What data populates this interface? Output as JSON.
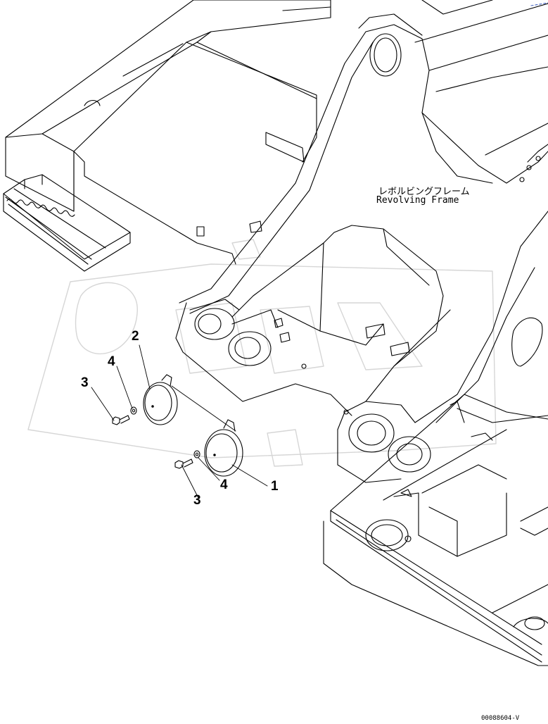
{
  "frame_label": {
    "japanese": "レボルビングフレーム",
    "english": "Revolving Frame"
  },
  "callouts": {
    "c1": "1",
    "c2": "2",
    "c3a": "3",
    "c3b": "3",
    "c4a": "4",
    "c4b": "4"
  },
  "drawing_number": "00088604-V",
  "watermark": "OREX",
  "colors": {
    "line": "#000000",
    "watermark": "#d9d9d9",
    "background": "#ffffff"
  }
}
